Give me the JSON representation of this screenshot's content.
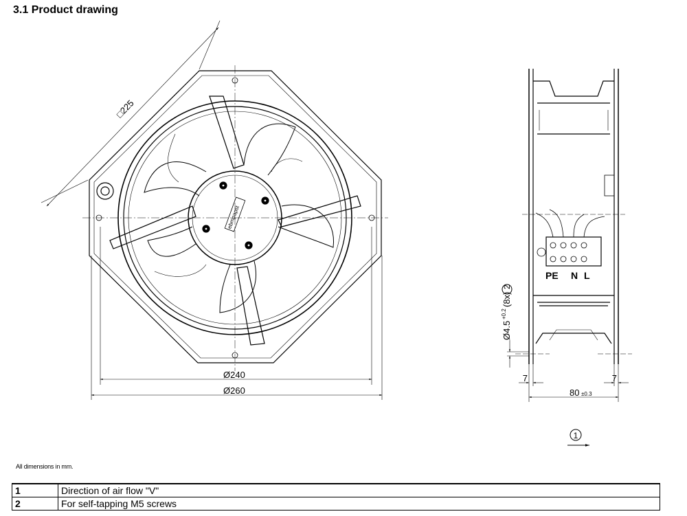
{
  "title": "3.1 Product drawing",
  "front_view": {
    "dim_square": "□225",
    "dim_d240": "Ø240",
    "dim_d260": "Ø260",
    "hub_logo": "ebmpapst"
  },
  "side_view": {
    "terminals": [
      "PE",
      "N",
      "L"
    ],
    "dim_left": "7",
    "dim_right": "7",
    "dim_depth": "80",
    "dim_depth_tol": "±0.3",
    "dim_hole": "Ø4.5",
    "dim_hole_tol": "+0.2",
    "dim_hole_count": "(8x)",
    "hole_marker": "2",
    "airflow_marker": "1"
  },
  "note": "All dimensions in mm.",
  "legend": [
    {
      "num": "1",
      "text": "Direction of air flow \"V\""
    },
    {
      "num": "2",
      "text": "For self-tapping M5 screws"
    }
  ]
}
